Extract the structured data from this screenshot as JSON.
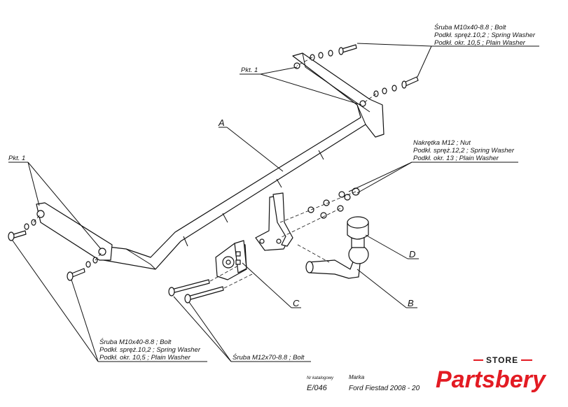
{
  "labels": {
    "top_right": {
      "line1": "Śruba M10x40-8.8 ;  Bolt",
      "line2": "Podkł. spręż.10,2 ; Spring Washer",
      "line3": "Podkł. okr. 10,5 ; Plain Washer"
    },
    "pkt_top": "Pkt. 1",
    "pkt_left": "Pkt. 1",
    "part_a": "A",
    "part_b": "B",
    "part_c": "C",
    "part_d": "D",
    "nut": {
      "line1": "Nakrętka  M12 ; Nut",
      "line2": "Podkł. spręż.12,2 ; Spring Washer",
      "line3": "Podkł. okr. 13 ; Plain Washer"
    },
    "bottom_left": {
      "line1": "Śruba M10x40-8.8 ;  Bolt",
      "line2": "Podkł. spręż.10,2 ; Spring Washer",
      "line3": "Podkł. okr. 10,5 ; Plain Washer"
    },
    "bolt_m12": "Śruba M12x70-8.8 ;  Bolt"
  },
  "footer": {
    "catalog_label": "Nr katalogowy",
    "catalog_value": "E/046",
    "brand_label": "Marka",
    "brand_value": "Ford Fiestad  2008 - 20"
  },
  "logo": {
    "store": "STORE",
    "name": "Partsbery",
    "red": "#e31b23",
    "dark": "#1a1a1a"
  }
}
